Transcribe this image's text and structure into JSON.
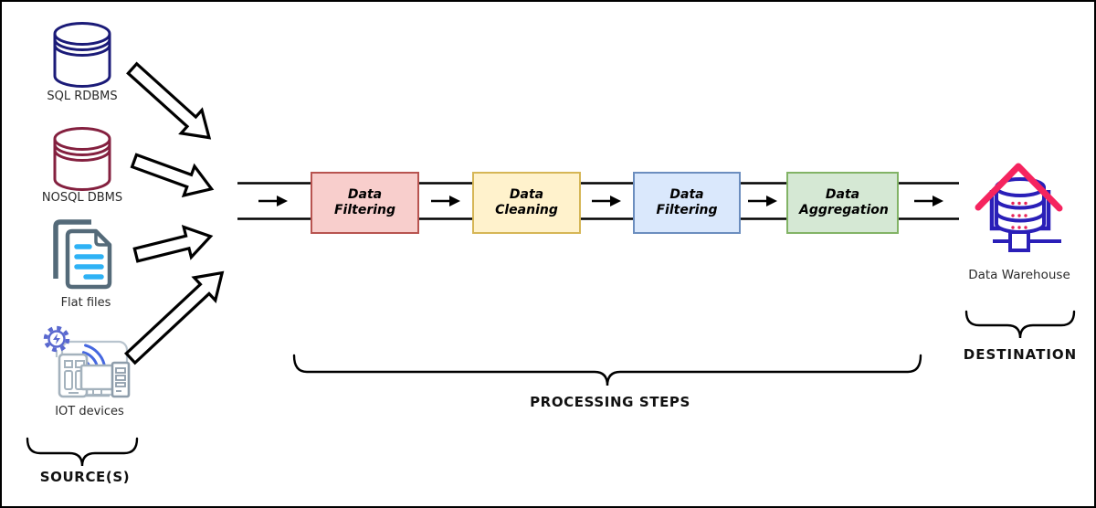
{
  "diagram": {
    "sources": {
      "group_label": "SOURCE(S)",
      "items": [
        {
          "label": "SQL RDBMS",
          "icon": "sql-database-icon",
          "color": "#1b1b78"
        },
        {
          "label": "NOSQL DBMS",
          "icon": "nosql-database-icon",
          "color": "#84203f"
        },
        {
          "label": "Flat files",
          "icon": "flat-files-icon",
          "color": "#546a79"
        },
        {
          "label": "IOT devices",
          "icon": "iot-devices-icon",
          "color": "#5968cf"
        }
      ]
    },
    "processing": {
      "group_label": "PROCESSING STEPS",
      "steps": [
        {
          "label": "Data Filtering",
          "fill": "#f8cecc",
          "border": "#b85450"
        },
        {
          "label": "Data Cleaning",
          "fill": "#fff2cc",
          "border": "#d6b656"
        },
        {
          "label": "Data Filtering",
          "fill": "#dae8fc",
          "border": "#6c8ebf"
        },
        {
          "label": "Data Aggregation",
          "fill": "#d5e8d4",
          "border": "#82b366"
        }
      ]
    },
    "destination": {
      "group_label": "DESTINATION",
      "label": "Data Warehouse",
      "icon": "data-warehouse-icon",
      "accent_colors": {
        "roof": "#f5245f",
        "body": "#2a1fb8"
      }
    }
  }
}
